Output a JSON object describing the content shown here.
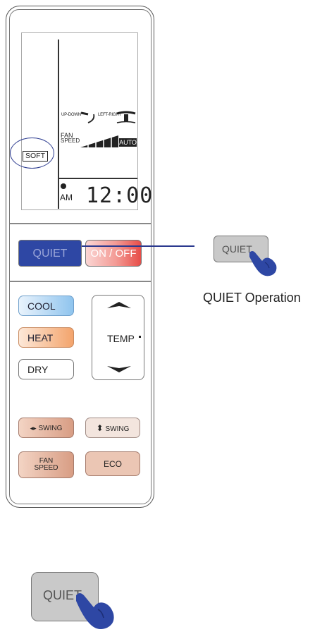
{
  "remote": {
    "display": {
      "up_down_label": "UP-DOWN",
      "left_right_label": "LEFT-RIGHT",
      "fan_label_line1": "FAN",
      "fan_label_line2": "SPEED",
      "fan_mode": "AUTO",
      "soft_label": "SOFT",
      "am_label": "AM",
      "clock": "12:00"
    },
    "buttons": {
      "quiet": "QUIET",
      "on_off": "ON / OFF",
      "cool": "COOL",
      "heat": "HEAT",
      "dry": "DRY",
      "temp": "TEMP",
      "h_swing": "SWING",
      "v_swing": "SWING",
      "fan_speed_line1": "FAN",
      "fan_speed_line2": "SPEED",
      "eco": "ECO"
    }
  },
  "callout": {
    "button_label": "QUIET",
    "caption": "QUIET Operation"
  },
  "large_button": {
    "label": "QUIET"
  },
  "colors": {
    "quiet_button": "#2e47a4",
    "on_off_button": "#e74d48",
    "cool_button": "#8fc4ee",
    "heat_button": "#f3a46c",
    "highlight_ring": "#2b3a8f",
    "hand": "#2e47a4"
  },
  "icons": [
    "up-down-louver-icon",
    "left-right-louver-icon",
    "fan-speed-bars-icon",
    "clock-icon",
    "temp-up-arrow-icon",
    "temp-down-arrow-icon",
    "hand-press-icon"
  ]
}
